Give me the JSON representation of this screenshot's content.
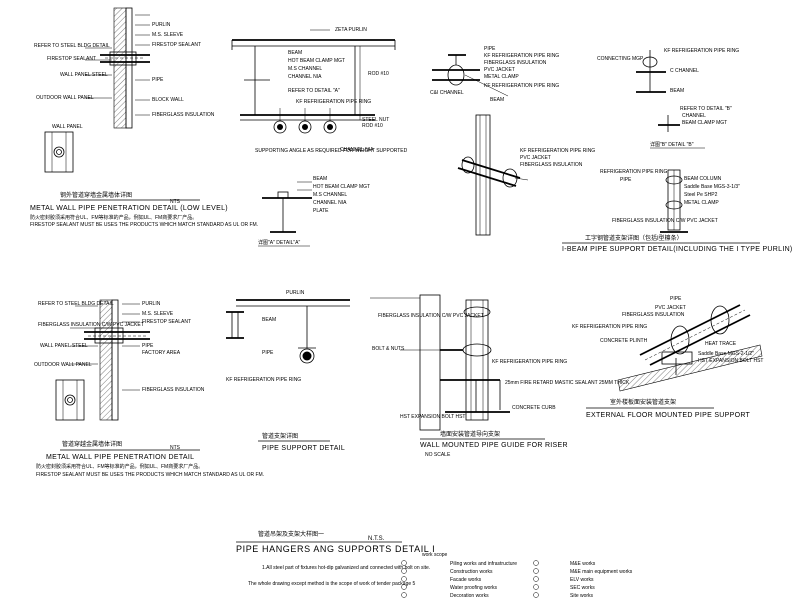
{
  "detail1": {
    "labels": [
      "REFER TO STEEL BLDG DETAIL",
      "FIRESTOP SEALANT",
      "WALL PANEL STEEL",
      "OUTDOOR WALL PANEL",
      "WALL PANEL",
      "PURLIN",
      "M.S. SLEEVE",
      "FIRESTOP SEALANT",
      "PIPE",
      "BLOCK WALL",
      "FIBERGLASS INSULATION"
    ],
    "title_cn": "钢外管道穿墙金属墙体详图",
    "title_scale": "NTS",
    "title_en": "METAL WALL PIPE PENETRATION DETAIL (LOW LEVEL)",
    "note_cn": "防火密封胶须采用符合UL、FM等标准的产品，例如UL、FM商要求厂产品。",
    "note_en": "FIRESTOP SEALANT MUST BE USES THE PRODUCTS WHICH MATCH STANDARD AS UL OR FM."
  },
  "detail2": {
    "labels": [
      "ZETA PURLIN",
      "BEAM",
      "HOT BEAM CLAMP MGT",
      "M.S CHANNEL",
      "CHANNEL NIA",
      "REFER TO DETAIL \"A\"",
      "KF REFRIGERATION PIPE RING",
      "CHANNEL NIA",
      "SUPPORTING ANGLE AS REQUIRED FOR WEIGHT SUPPORTED",
      "ROD #10",
      "STEEL NUT",
      "ROD #10"
    ],
    "sub_labels": [
      "BEAM",
      "HOT BEAM CLAMP MGT",
      "M.S CHANNEL",
      "CHANNEL NIA",
      "PLATE"
    ],
    "detail_title": "详图\"A\" DETAIL\"A\""
  },
  "detail3": {
    "labels": [
      "PIPE",
      "KF REFRIGERATION PIPE RING",
      "FIBERGLASS INSULATION",
      "PVC JACKET",
      "METAL CLAMP",
      "C&I CHANNEL",
      "KF REFRIGERATION PIPE RING",
      "BEAM"
    ],
    "side_labels": [
      "PVC JACKET",
      "FIBERGLASS INSULATION",
      "REFRIGERATION PIPE RING",
      "PIPE",
      "KF REFRIGERATION PIPE RING",
      "BEAM COLUMN",
      "Saddle Base MGS-3-1/3\"",
      "Steel Pe SHP2",
      "METAL CLAMP",
      "FIBERGLASS INSULATION C/W PVC JACKET"
    ],
    "right_labels": [
      "KF REFRIGERATION PIPE RING",
      "CONNECTING MGP",
      "C CHANNEL",
      "BEAM",
      "REFER TO DETAIL \"B\"",
      "CHANNEL",
      "BEAM CLAMP MGT",
      "详图\"B\" DETAIL \"B\""
    ],
    "title_cn": "工字钢管道支架详图（包括I型檩条）",
    "title_en": "I-BEAM PIPE SUPPORT DETAIL(INCLUDING THE I TYPE PURLIN)"
  },
  "detail4": {
    "labels": [
      "REFER TO STEEL BLDG DETAIL",
      "FIBERGLASS INSULATION C/W PVC JACKET",
      "WALL PANEL STEEL",
      "OUTDOOR WALL PANEL",
      "PURLIN",
      "M.S. SLEEVE",
      "FIRESTOP SEALANT",
      "PIPE",
      "FACTORY AREA",
      "FIBERGLASS INSULATION"
    ],
    "title_cn": "管道穿越金属墙体详图",
    "title_scale": "NTS",
    "title_en": "METAL WALL PIPE PENETRATION DETAIL",
    "note_cn": "防火密封胶须采用符合UL、FM等标准的产品，例如UL、FM商要求厂产品。",
    "note_en": "FIRESTOP SEALANT MUST BE USES THE PRODUCTS WHICH MATCH STANDARD AS UL OR FM."
  },
  "detail5": {
    "labels": [
      "PURLIN",
      "BEAM",
      "PIPE",
      "KF REFRIGERATION PIPE RING"
    ],
    "title_cn": "管道支架详图",
    "title_en": "PIPE SUPPORT DETAIL"
  },
  "detail6": {
    "labels": [
      "FIBERGLASS INSULATION C/W PVC JACKET",
      "BOLT & NUTS",
      "KF REFRIGERATION PIPE RING",
      "25mm FIRE RETARD MASTIC SEALANT 25MM THICK",
      "CONCRETE CURB",
      "HST EXPANSION BOLT HST"
    ],
    "title_cn": "墙面安装管道导向支架",
    "title_en": "WALL MOUNTED PIPE GUIDE FOR RISER",
    "scale": "NO SCALE"
  },
  "detail7": {
    "labels": [
      "PIPE",
      "PVC JACKET",
      "KF REFRIGERATION PIPE RING",
      "FIBERGLASS INSULATION",
      "CONCRETE PLINTH",
      "HEAT TRACE",
      "Saddle Base MGS-2-1/2\"",
      "HST EXPANSION BOLT HST"
    ],
    "title_cn": "室外楼板面安装管道支架",
    "title_en": "EXTERNAL FLOOR MOUNTED PIPE SUPPORT"
  },
  "sheet": {
    "title_cn": "管道吊架及支架大样图一",
    "scale": "N.T.S.",
    "title_en": "PIPE HANGERS ANG SUPPORTS DETAIL I",
    "notes": [
      "1.All steel part of fixtures hot-dip galvanized and connected with bolt on site.",
      "The whole drawing except method is the scope of work of tender package 5"
    ],
    "legend_title": "work scope",
    "legend_col1": [
      "Piling works and infrastructure",
      "Construction works",
      "Facade works",
      "Water proofing works",
      "Decoration works"
    ],
    "legend_col2": [
      "M&E works",
      "M&E main equipment works",
      "ELV works",
      "SEC works",
      "Site works"
    ]
  }
}
